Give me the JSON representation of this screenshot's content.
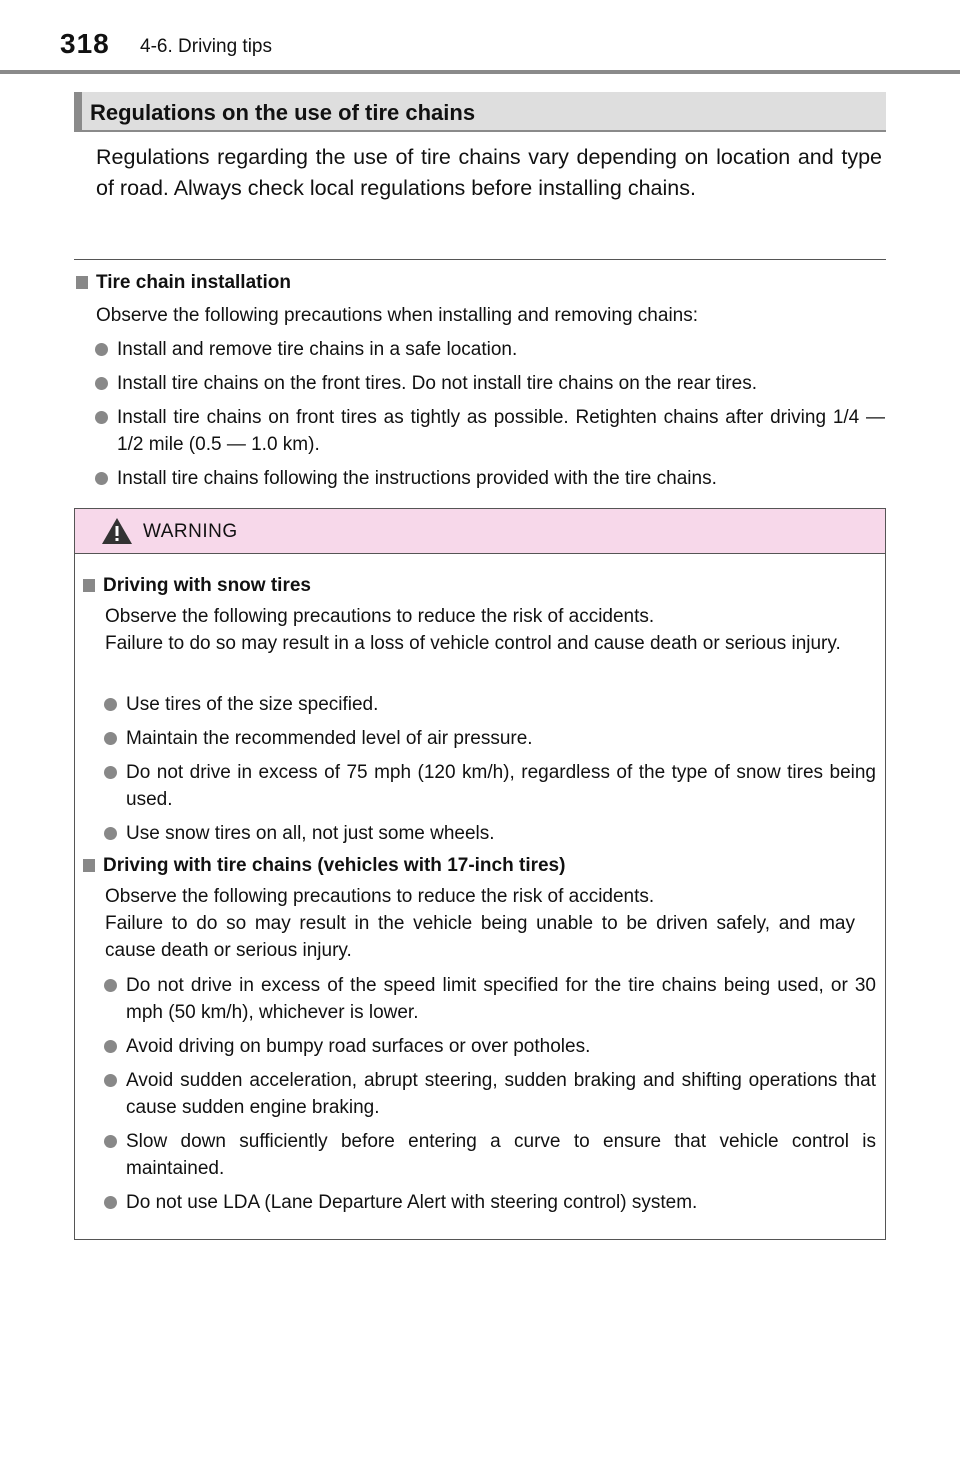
{
  "header": {
    "page_number": "318",
    "section": "4-6. Driving tips"
  },
  "section_title": "Regulations on the use of tire chains",
  "intro": "Regulations regarding the use of tire chains vary depending on location and type of road. Always check local regulations before installing chains.",
  "installation": {
    "heading": "Tire chain installation",
    "lead": "Observe the following precautions when installing and removing chains:",
    "bullets": [
      "Install and remove tire chains in a safe location.",
      "Install tire chains on the front tires. Do not install tire chains on the rear tires.",
      "Install tire chains on front tires as tightly as possible. Retighten chains after driving 1/4 — 1/2 mile (0.5 — 1.0 km).",
      "Install tire chains following the instructions provided with the tire chains."
    ]
  },
  "warning": {
    "label": "WARNING",
    "icon": "warning-triangle-icon",
    "snow": {
      "heading": "Driving with snow tires",
      "lead": "Observe the following precautions to reduce the risk of accidents.",
      "lead2": "Failure to do so may result in a loss of vehicle control and cause death or serious injury.",
      "bullets": [
        "Use tires of the size specified.",
        "Maintain the recommended level of air pressure.",
        "Do not drive in excess of 75 mph (120 km/h), regardless of the type of snow tires being used.",
        "Use snow tires on all, not just some wheels."
      ]
    },
    "chains": {
      "heading": "Driving with tire chains (vehicles with 17-inch tires)",
      "lead": "Observe the following precautions to reduce the risk of accidents.",
      "lead2": "Failure to do so may result in the vehicle being unable to be driven safely, and may cause death or serious injury.",
      "bullets": [
        "Do not drive in excess of the speed limit specified for the tire chains being used, or 30 mph (50 km/h), whichever is lower.",
        "Avoid driving on bumpy road surfaces or over potholes.",
        "Avoid sudden acceleration, abrupt steering, sudden braking and shifting operations that cause sudden engine braking.",
        "Slow down sufficiently before entering a curve to ensure that vehicle control is maintained.",
        "Do not use LDA (Lane Departure Alert with steering control) system."
      ]
    }
  },
  "colors": {
    "header_rule": "#8a8a8a",
    "section_bar": "#dedede",
    "warning_header": "#f7d8ea",
    "bullet": "#888888"
  }
}
